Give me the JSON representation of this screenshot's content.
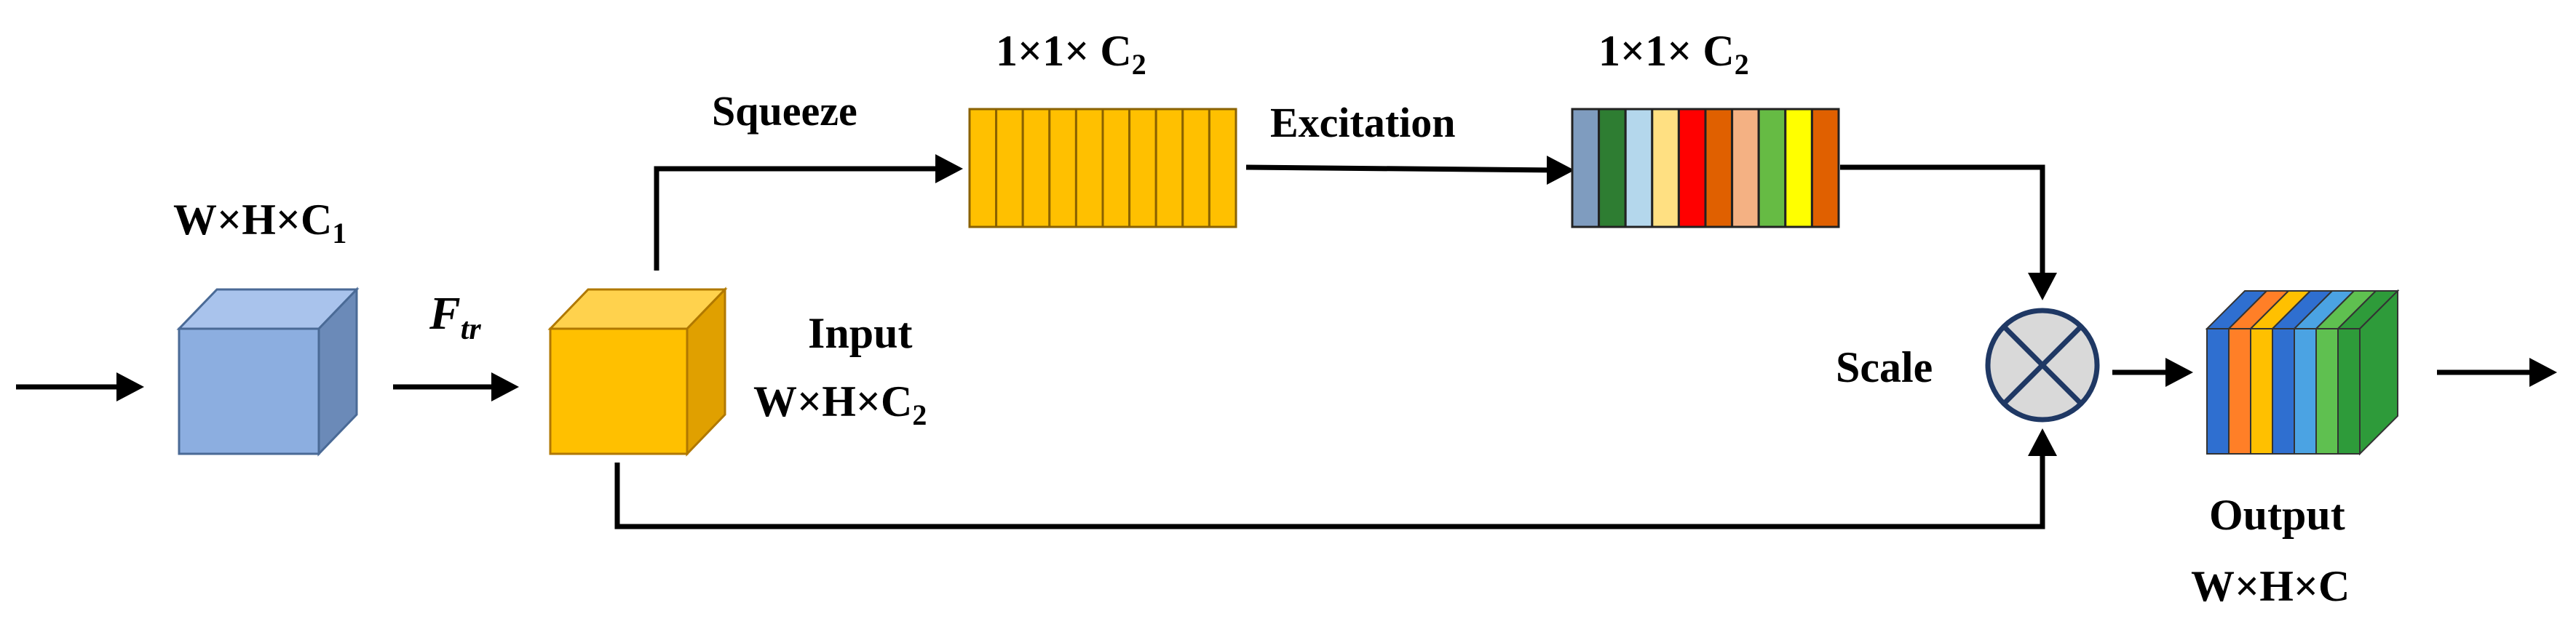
{
  "labels": {
    "input_dim_prefix": "W×H×C",
    "input_dim_sub": "1",
    "ftr_main": "F",
    "ftr_sub": "tr",
    "squeeze": "Squeeze",
    "excitation": "Excitation",
    "squeeze_dim_prefix": "1×1× C",
    "squeeze_dim_sub": "2",
    "excitation_dim_prefix": "1×1× C",
    "excitation_dim_sub": "2",
    "input_title": "Input",
    "input2_dim_prefix": "W×H×C",
    "input2_dim_sub": "2",
    "scale": "Scale",
    "output_title": "Output",
    "output_dim": "W×H×C"
  },
  "colors": {
    "cube1_front": "#8CAEE0",
    "cube1_top": "#A9C3EC",
    "cube1_side": "#6B8AB8",
    "cube2_front": "#FFC000",
    "cube2_top": "#FFD24D",
    "cube2_side": "#E0A000",
    "squeeze_fill": "#FFC000",
    "scale_circle": "#D9D9D9",
    "excitation_strips": [
      "#7F9CBF",
      "#2E7D32",
      "#B4D7EC",
      "#FFE082",
      "#FF0000",
      "#E06000",
      "#F4B183",
      "#66BB44",
      "#FFFF00",
      "#E06000"
    ],
    "output_slices": [
      "#2F6FD0",
      "#FF7F27",
      "#FFC000",
      "#2F6FD0",
      "#4BA3E3",
      "#5FC050",
      "#2E9B3A"
    ]
  },
  "squeeze_cell_count": 10,
  "excitation_cell_count": 10
}
